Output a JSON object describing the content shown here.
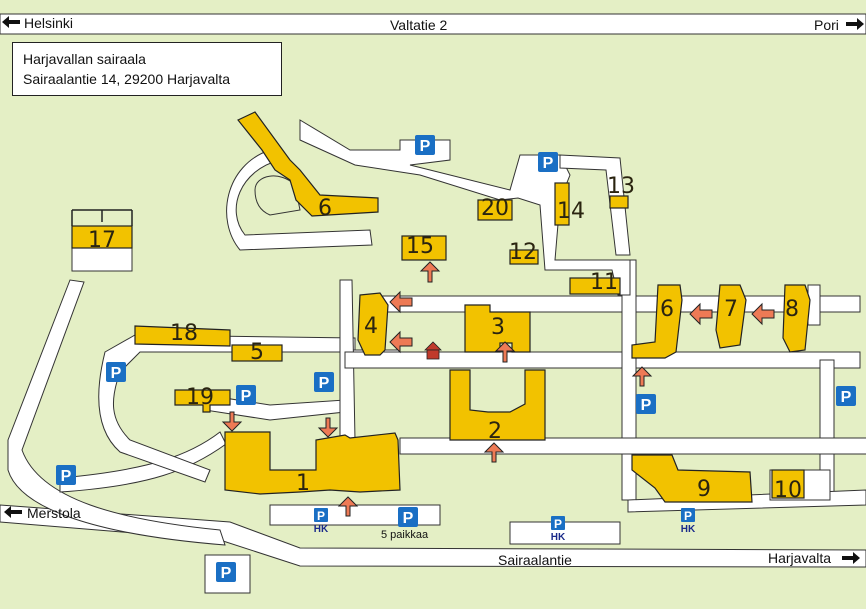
{
  "hospital": {
    "name": "Harjavallan sairaala",
    "address": "Sairaalantie 14, 29200 Harjavalta"
  },
  "roads": {
    "top_road": "Valtatie 2",
    "top_left_direction": "Helsinki",
    "top_right_direction": "Pori",
    "bottom_road": "Sairaalantie",
    "bottom_left_direction": "Merstola",
    "bottom_right_direction": "Harjavalta"
  },
  "buildings": [
    {
      "id": "building-1",
      "label": "1"
    },
    {
      "id": "building-2",
      "label": "2"
    },
    {
      "id": "building-3",
      "label": "3"
    },
    {
      "id": "building-4",
      "label": "4"
    },
    {
      "id": "building-5",
      "label": "5"
    },
    {
      "id": "building-6a",
      "label": "6"
    },
    {
      "id": "building-6b",
      "label": "6"
    },
    {
      "id": "building-7",
      "label": "7"
    },
    {
      "id": "building-8",
      "label": "8"
    },
    {
      "id": "building-9",
      "label": "9"
    },
    {
      "id": "building-10",
      "label": "10"
    },
    {
      "id": "building-11",
      "label": "11"
    },
    {
      "id": "building-12",
      "label": "12"
    },
    {
      "id": "building-13",
      "label": "13"
    },
    {
      "id": "building-14",
      "label": "14"
    },
    {
      "id": "building-15",
      "label": "15"
    },
    {
      "id": "building-17",
      "label": "17"
    },
    {
      "id": "building-18",
      "label": "18"
    },
    {
      "id": "building-19",
      "label": "19"
    },
    {
      "id": "building-20",
      "label": "20"
    }
  ],
  "parking": {
    "symbol": "P",
    "hk_label": "HK",
    "spaces_note": "5 paikkaa"
  },
  "colors": {
    "background": "#e4efc5",
    "road": "#ffffff",
    "building": "#f2c200",
    "arrow": "#ee7a55",
    "parking": "#1a6fc4"
  }
}
